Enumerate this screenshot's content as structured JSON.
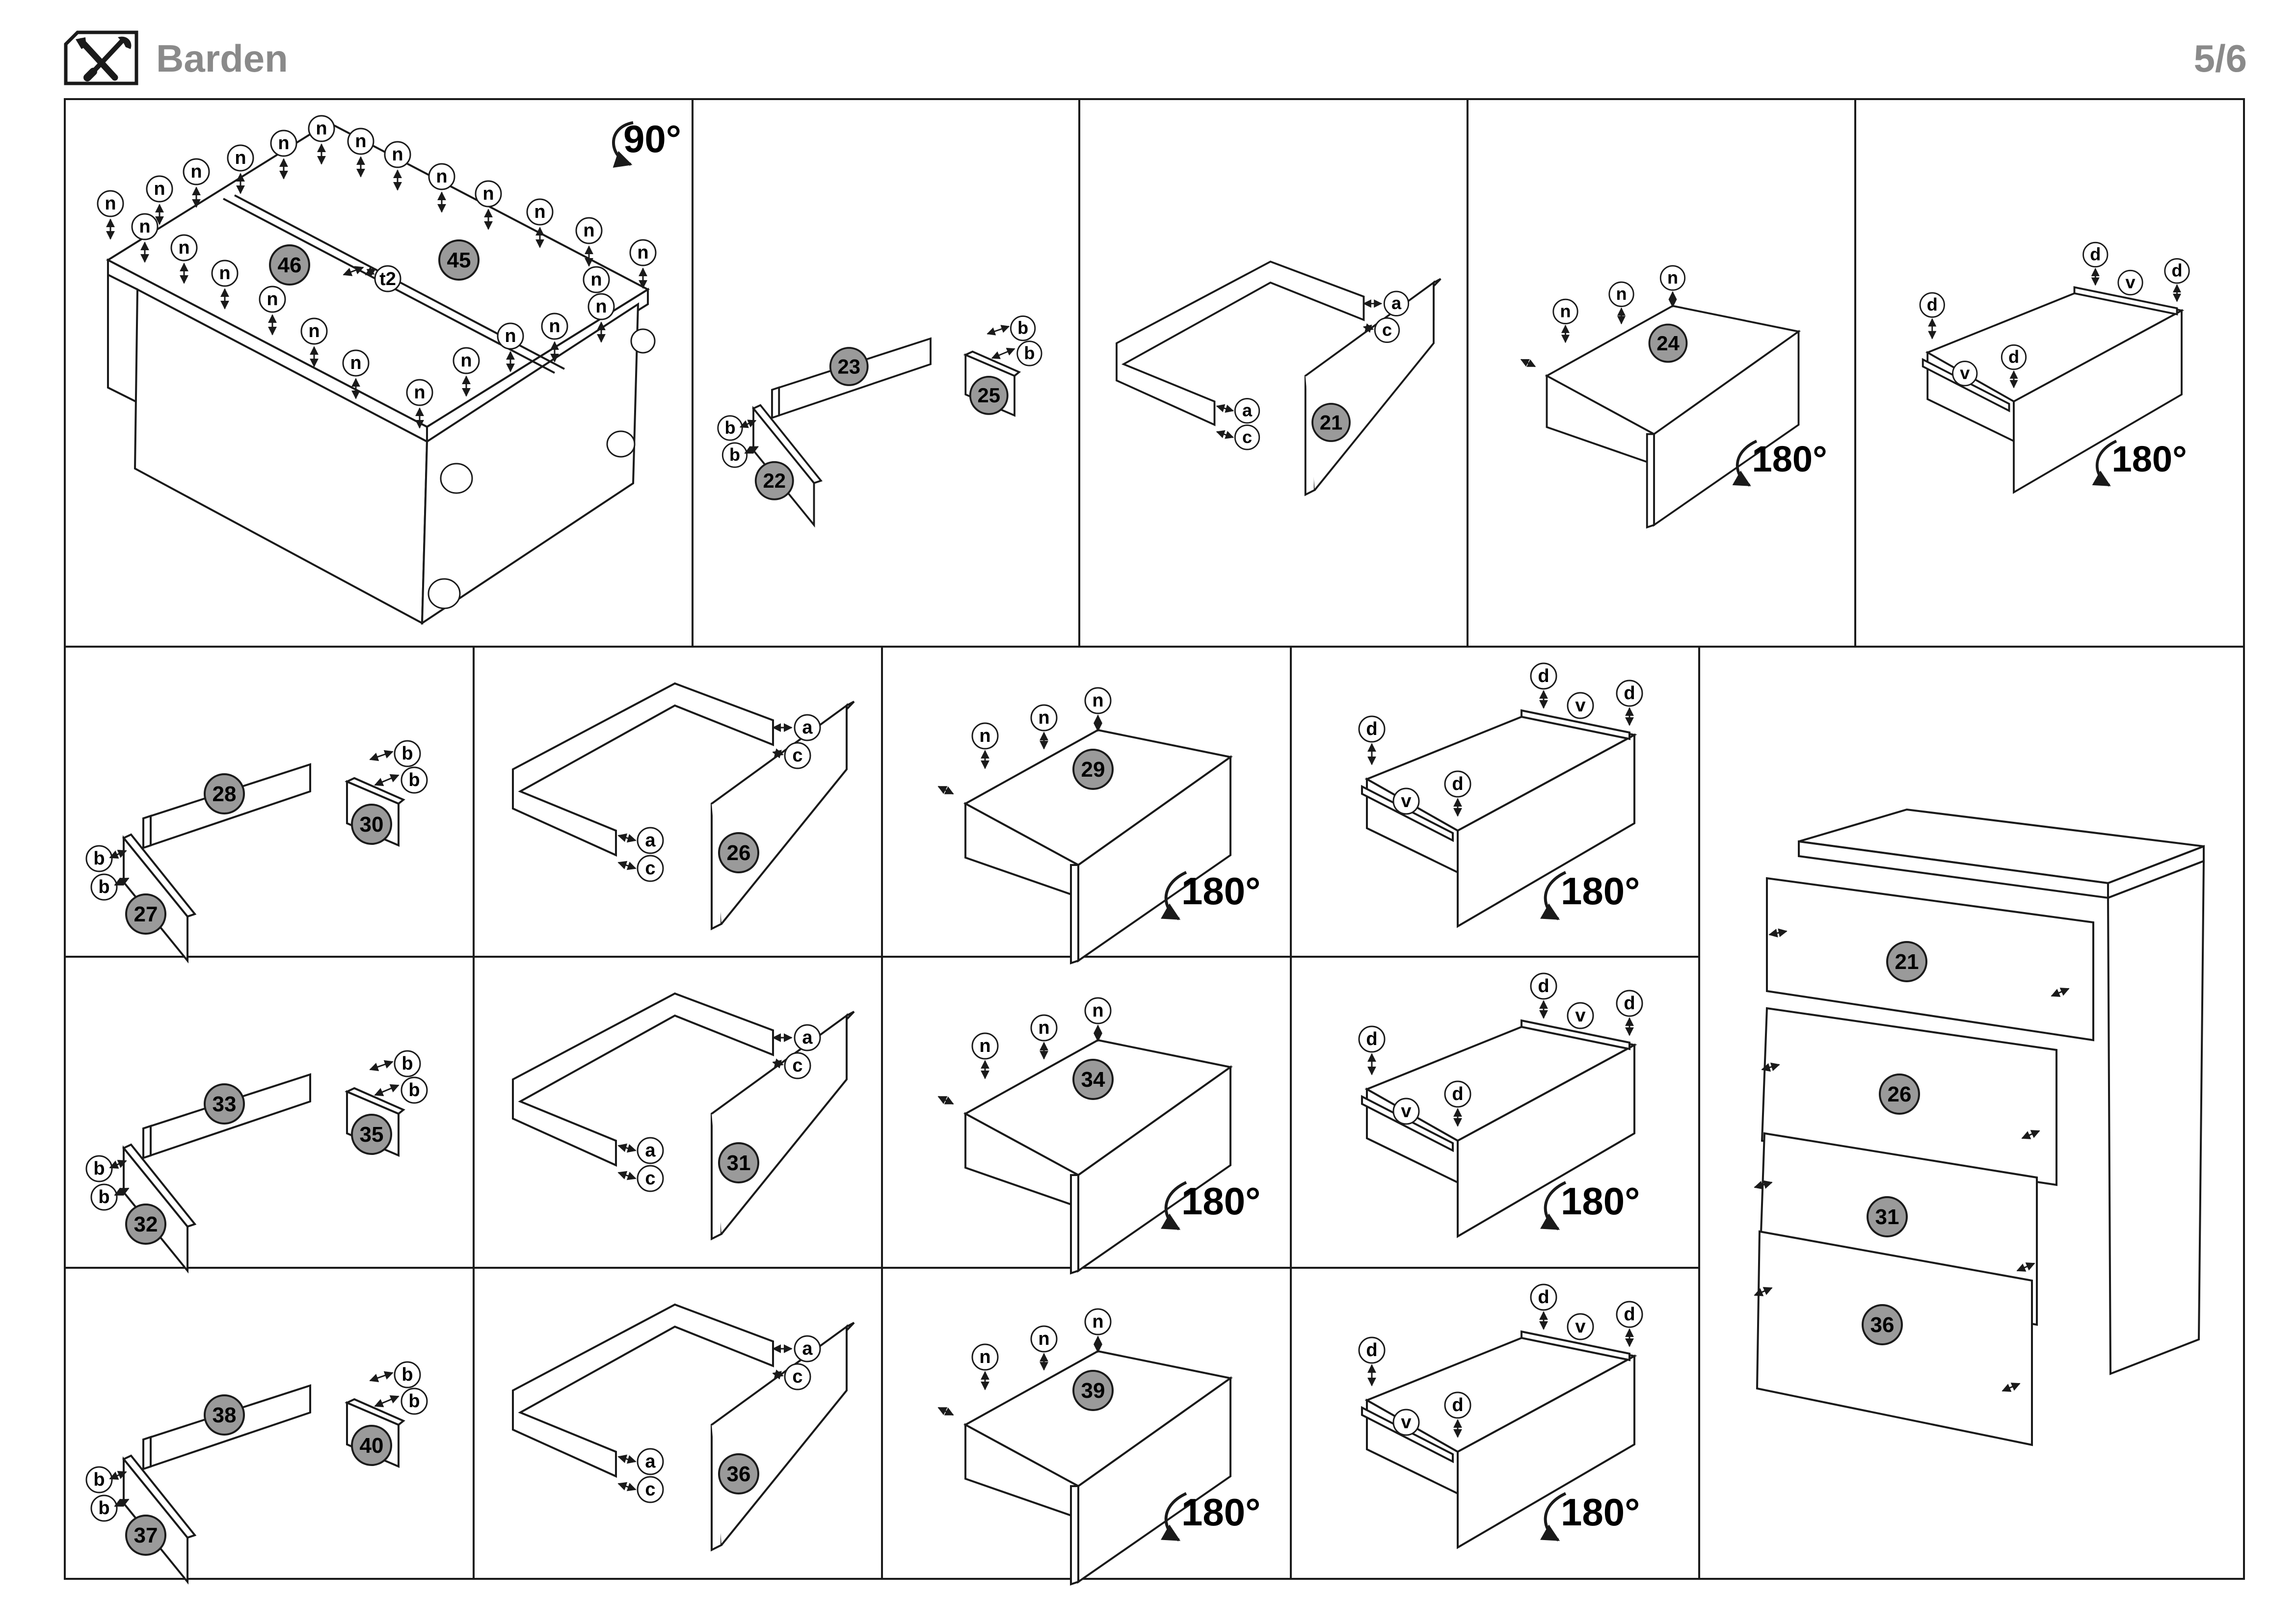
{
  "header": {
    "brand": "Barden",
    "page": "5/6",
    "icon": "tools-icon"
  },
  "colors": {
    "line": "#1a1a1a",
    "part_fill": "#9a9a9a",
    "muted": "#8a8a8a"
  },
  "steps": {
    "top_table": {
      "bubbles": [
        "46",
        "45"
      ],
      "fastener": "n",
      "gap_label": "t2",
      "rotation": "90°"
    },
    "drawer1": {
      "sides": {
        "bubbles": [
          "23",
          "25",
          "22"
        ],
        "fasteners": [
          "b",
          "b",
          "b",
          "b"
        ]
      },
      "frame": {
        "bubble": "21",
        "fasteners": [
          "a",
          "c",
          "a",
          "c"
        ]
      },
      "bottom": {
        "bubble": "24",
        "fasteners": [
          "n",
          "n",
          "n"
        ],
        "rotation": "180°"
      },
      "rails": {
        "fasteners": [
          "d",
          "v",
          "d",
          "d",
          "v",
          "d"
        ],
        "rotation": "180°"
      }
    },
    "drawer2": {
      "sides": {
        "bubbles": [
          "28",
          "30",
          "27"
        ],
        "fasteners": [
          "b",
          "b",
          "b",
          "b"
        ]
      },
      "frame": {
        "bubble": "26",
        "fasteners": [
          "a",
          "c",
          "a",
          "c"
        ]
      },
      "bottom": {
        "bubble": "29",
        "fasteners": [
          "n",
          "n",
          "n"
        ],
        "rotation": "180°"
      },
      "rails": {
        "fasteners": [
          "d",
          "v",
          "d",
          "d",
          "v",
          "d"
        ],
        "rotation": "180°"
      }
    },
    "drawer3": {
      "sides": {
        "bubbles": [
          "33",
          "35",
          "32"
        ],
        "fasteners": [
          "b",
          "b",
          "b",
          "b"
        ]
      },
      "frame": {
        "bubble": "31",
        "fasteners": [
          "a",
          "c",
          "a",
          "c"
        ]
      },
      "bottom": {
        "bubble": "34",
        "fasteners": [
          "n",
          "n",
          "n"
        ],
        "rotation": "180°"
      },
      "rails": {
        "fasteners": [
          "d",
          "v",
          "d",
          "d",
          "v",
          "d"
        ],
        "rotation": "180°"
      }
    },
    "drawer4": {
      "sides": {
        "bubbles": [
          "38",
          "40",
          "37"
        ],
        "fasteners": [
          "b",
          "b",
          "b",
          "b"
        ]
      },
      "frame": {
        "bubble": "36",
        "fasteners": [
          "a",
          "c",
          "a",
          "c"
        ]
      },
      "bottom": {
        "bubble": "39",
        "fasteners": [
          "n",
          "n",
          "n"
        ],
        "rotation": "180°"
      },
      "rails": {
        "fasteners": [
          "d",
          "v",
          "d",
          "d",
          "v",
          "d"
        ],
        "rotation": "180°"
      }
    },
    "final": {
      "bubbles": [
        "21",
        "26",
        "31",
        "36"
      ]
    }
  }
}
